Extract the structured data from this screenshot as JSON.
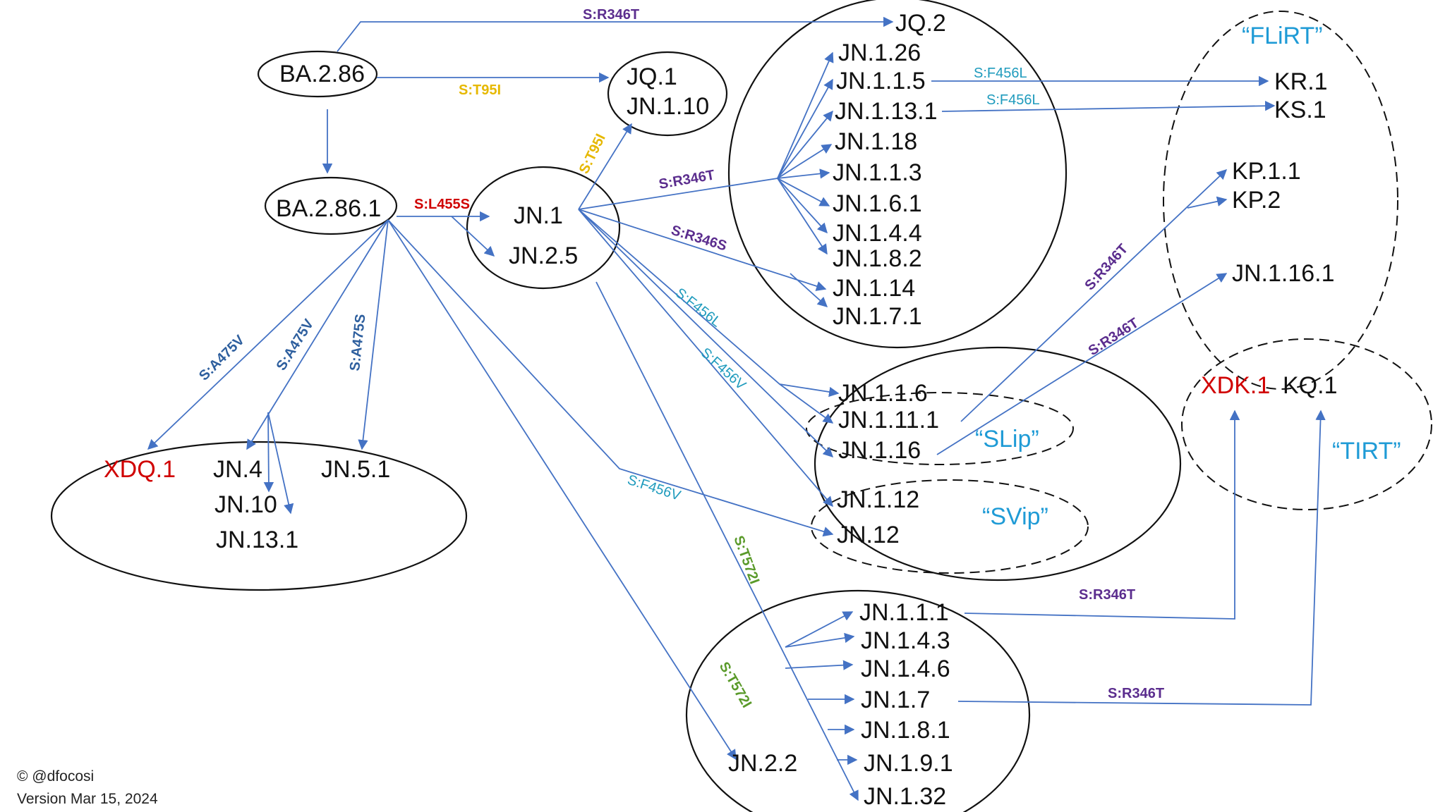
{
  "colors": {
    "edge": "#4472c4",
    "purple": "#5b2d8e",
    "gold": "#e6b800",
    "red": "#d00000",
    "teal": "#1f9bbd",
    "blue": "#2e5f9e",
    "green": "#5a9a2a",
    "group_label": "#1f9bd6"
  },
  "nodes": {
    "ba286": "BA.2.86",
    "ba2861": "BA.2.86.1",
    "jq2": "JQ.2",
    "jq1": "JQ.1",
    "jn110": "JN.1.10",
    "jn1": "JN.1",
    "jn25": "JN.2.5",
    "jn126": "JN.1.26",
    "jn115": "JN.1.1.5",
    "jn1131": "JN.1.13.1",
    "jn118": "JN.1.18",
    "jn113": "JN.1.1.3",
    "jn161": "JN.1.6.1",
    "jn144": "JN.1.4.4",
    "jn182": "JN.1.8.2",
    "jn114": "JN.1.14",
    "jn171": "JN.1.7.1",
    "kr1": "KR.1",
    "ks1": "KS.1",
    "kp11": "KP.1.1",
    "kp2": "KP.2",
    "jn1161": "JN.1.16.1",
    "jn116": "JN.1.1.6",
    "jn1111": "JN.1.11.1",
    "jn1_16": "JN.1.16",
    "jn112": "JN.1.12",
    "jn12": "JN.12",
    "xdk1": "XDK.1",
    "kq1": "KQ.1",
    "xdq1": "XDQ.1",
    "jn4": "JN.4",
    "jn10": "JN.10",
    "jn131": "JN.13.1",
    "jn51": "JN.5.1",
    "jn1111b": "JN.1.1.1",
    "jn143": "JN.1.4.3",
    "jn146": "JN.1.4.6",
    "jn17": "JN.1.7",
    "jn181": "JN.1.8.1",
    "jn191": "JN.1.9.1",
    "jn132": "JN.1.32",
    "jn22": "JN.2.2"
  },
  "mutations": {
    "r346t_top": "S:R346T",
    "t95i_h": "S:T95I",
    "t95i_d": "S:T95I",
    "l455s": "S:L455S",
    "r346t_jn1": "S:R346T",
    "r346s": "S:R346S",
    "f456l_kr": "S:F456L",
    "f456l_ks": "S:F456L",
    "f456l_diag": "S:F456L",
    "f456v_diag": "S:F456V",
    "r346t_kp": "S:R346T",
    "r346t_jn1161": "S:R346T",
    "a475v_1": "S:A475V",
    "a475v_2": "S:A475V",
    "a475s": "S:A475S",
    "f456v_low": "S:F456V",
    "t572i_1": "S:T572I",
    "t572i_2": "S:T572I",
    "r346t_xdk": "S:R346T",
    "r346t_kq": "S:R346T"
  },
  "groups": {
    "flirt": "“FLiRT”",
    "slip": "“SLip”",
    "svip": "“SVip”",
    "tirt": "“TIRT”"
  },
  "credit": {
    "handle": "©  @dfocosi",
    "version": "Version Mar 15, 2024"
  }
}
